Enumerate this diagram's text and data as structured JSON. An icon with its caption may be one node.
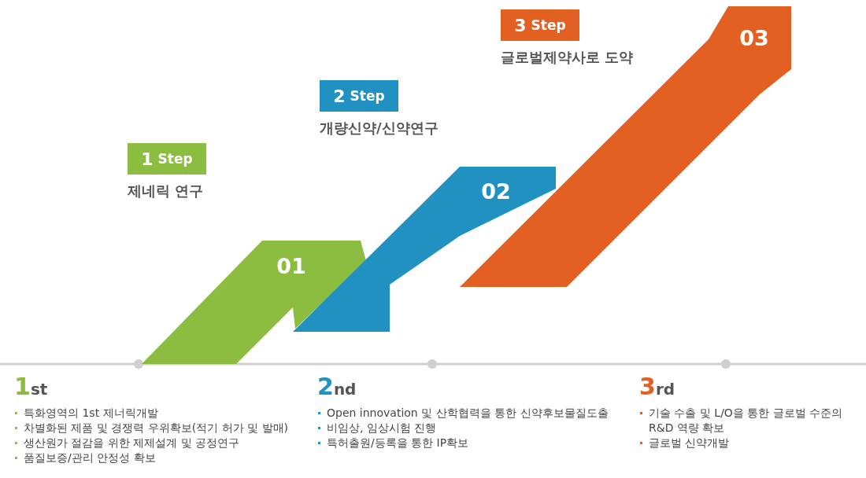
{
  "diagram": {
    "nodes": [
      {
        "text": [
          "1 Step",
          "제네릭 연구"
        ]
      },
      {
        "text": [
          "2 Step",
          "개량신약/신약연구"
        ]
      },
      {
        "text": [
          "3 Step",
          "글로벌제약사로 도약"
        ]
      },
      {
        "text": [
          "01"
        ]
      },
      {
        "text": [
          "02"
        ]
      },
      {
        "text": [
          "03"
        ]
      }
    ],
    "labels": [
      "1st",
      "특화영역의 1st 제너릭개발",
      "차별화된 제품 및 경쟁력 우위확보(적기 허가 및 발매)",
      "생산원가 절감을 위한 제제설계 및 공정연구",
      "품질보증/관리 안정성 확보",
      "2nd",
      "Open innovation 및 산학협력을 통한 신약후보물질도출",
      "비임상, 임상시험 진행",
      "특허출원/등록을 통한 IP확보",
      "3rd",
      "기술 수출 및 L/O을 통한 글로벌 수준의 R&D 역량 확보",
      "글로벌 신약개발"
    ]
  }
}
